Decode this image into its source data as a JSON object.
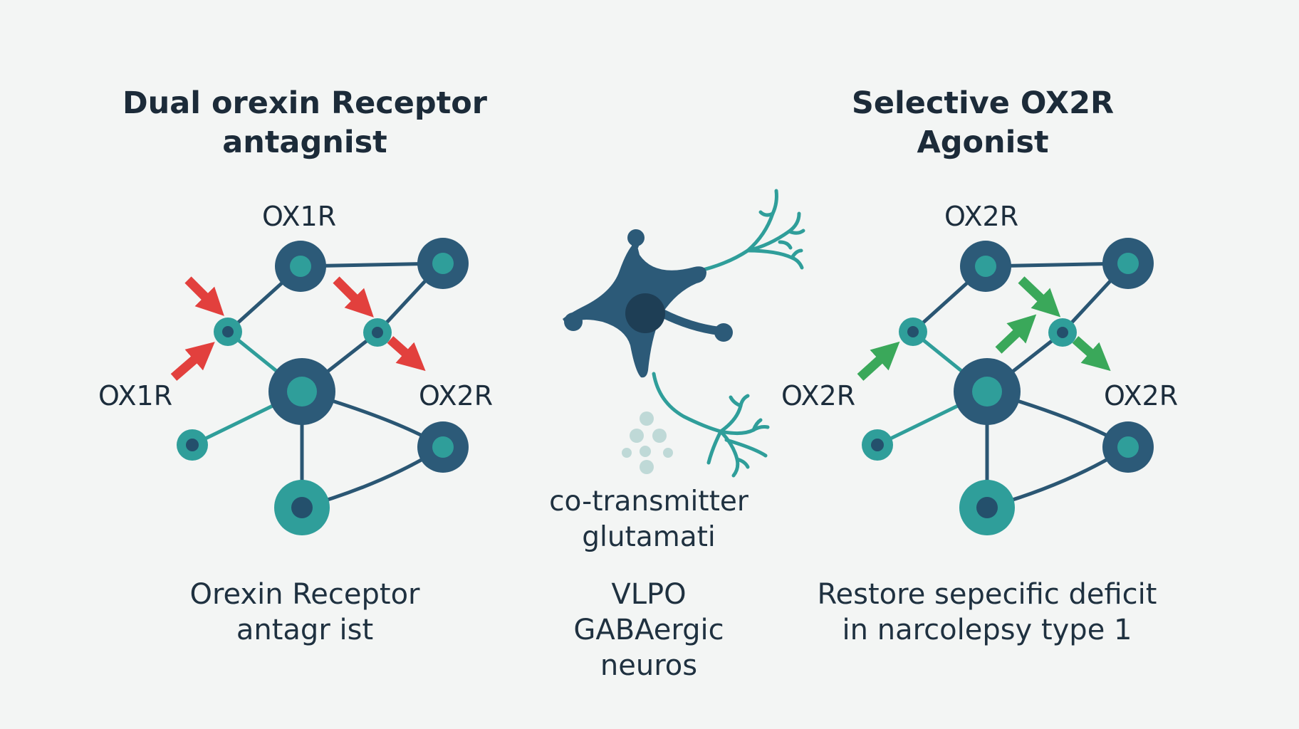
{
  "left_panel": {
    "title_lines": [
      "Dual orexin Receptor",
      "antagnist"
    ],
    "labels": {
      "top": "OX1R",
      "left": "OX1R",
      "right": "OX2R"
    },
    "caption_lines": [
      "Orexin Receptor",
      "antagr ist"
    ],
    "arrow_color": "#e2403d"
  },
  "center_panel": {
    "neuron_label_lines": [
      "co-transmitter",
      "glutamati"
    ],
    "caption_lines": [
      "VLPO",
      "GABAergic",
      "neuros"
    ]
  },
  "right_panel": {
    "title_lines": [
      "Selective OX2R",
      "Agonist"
    ],
    "labels": {
      "top": "OX2R",
      "left": "OX2R",
      "right": "OX2R"
    },
    "caption_lines": [
      "Restore sepecific deficit",
      "in narcolepsy type 1"
    ],
    "arrow_color": "#3aa85a"
  },
  "colors": {
    "background": "#f3f5f4",
    "node_dark": "#2c5a78",
    "node_teal": "#2f9e9a",
    "edge": "#2a5673",
    "edge_teal": "#2f9e9a"
  }
}
